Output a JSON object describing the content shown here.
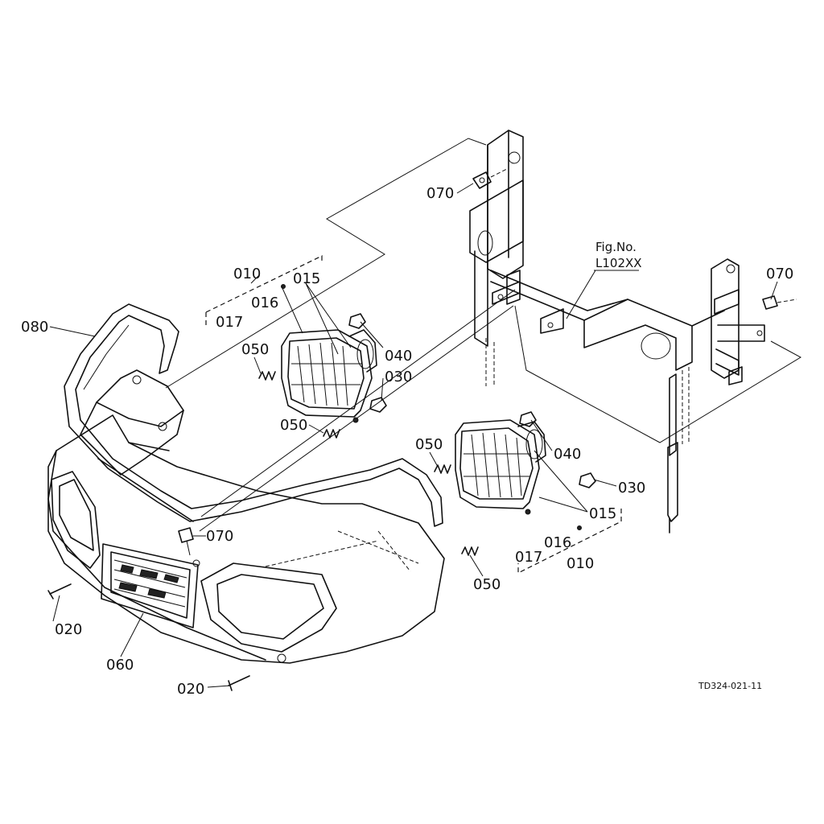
{
  "figure_reference": {
    "line1": "Fig.No.",
    "line2": "L102XX"
  },
  "drawing_code": "TD324-021-11",
  "callouts": {
    "c070_top": "070",
    "c070_right": "070",
    "c070_center": "070",
    "c010_left": "010",
    "c015_left": "015",
    "c016_left": "016",
    "c017_left": "017",
    "c080": "080",
    "c050_a": "050",
    "c050_b": "050",
    "c050_c": "050",
    "c050_d": "050",
    "c040_left": "040",
    "c030_left": "030",
    "c040_right": "040",
    "c030_right": "030",
    "c015_right": "015",
    "c016_right": "016",
    "c017_right": "017",
    "c010_right": "010",
    "c020_left": "020",
    "c020_bottom": "020",
    "c060": "060"
  }
}
